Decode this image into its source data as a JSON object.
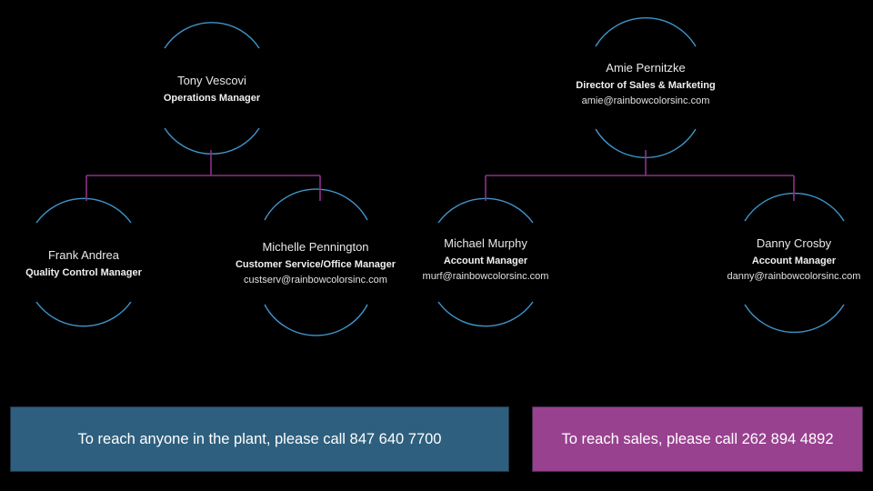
{
  "colors": {
    "background": "#000000",
    "arc": "#3f95cc",
    "connector": "#8e2f8a",
    "plant_box": "#2e5f7e",
    "sales_box": "#98418f"
  },
  "nodes": {
    "tony": {
      "name": "Tony Vescovi",
      "title": "Operations Manager",
      "email": ""
    },
    "amie": {
      "name": "Amie Pernitzke",
      "title": "Director of Sales & Marketing",
      "email": "amie@rainbowcolorsinc.com"
    },
    "frank": {
      "name": "Frank Andrea",
      "title": "Quality Control Manager",
      "email": ""
    },
    "michelle": {
      "name": "Michelle Pennington",
      "title": "Customer Service/Office Manager",
      "email": "custserv@rainbowcolorsinc.com"
    },
    "michael": {
      "name": "Michael Murphy",
      "title": "Account Manager",
      "email": "murf@rainbowcolorsinc.com"
    },
    "danny": {
      "name": "Danny Crosby",
      "title": "Account Manager",
      "email": "danny@rainbowcolorsinc.com"
    }
  },
  "banners": {
    "plant": "To reach anyone in the plant, please call 847 640 7700",
    "sales": "To reach sales, please call 262 894 4892"
  }
}
